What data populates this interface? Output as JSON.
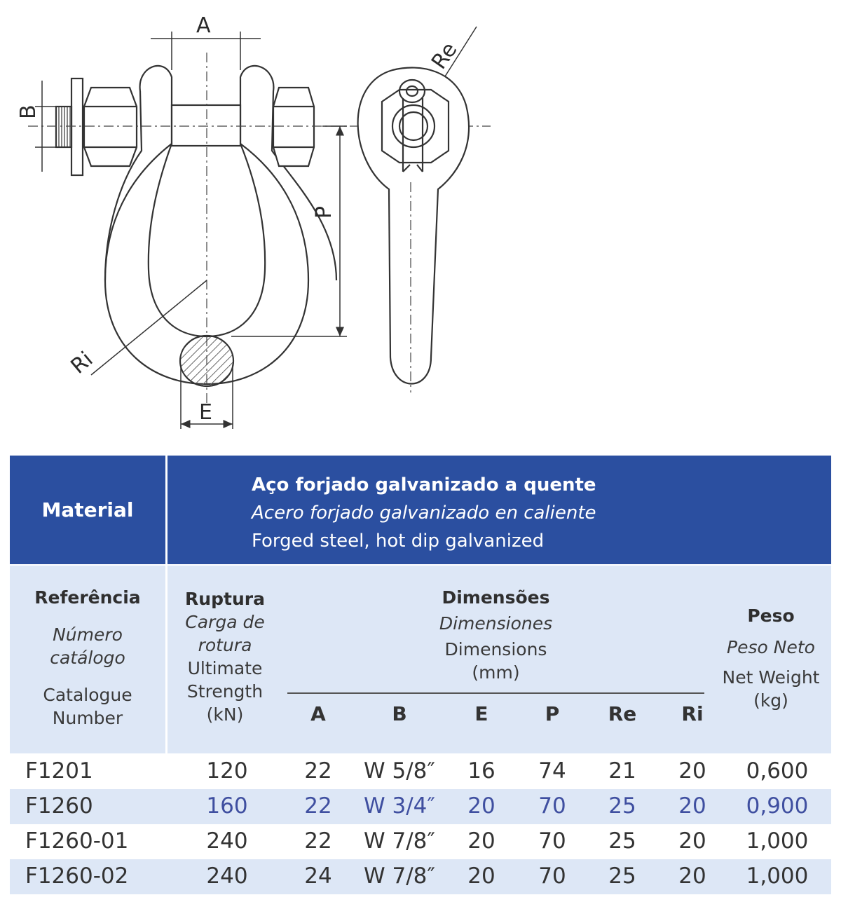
{
  "drawing": {
    "dim_labels": {
      "A": "A",
      "B": "B",
      "E": "E",
      "P": "P",
      "Re": "Re",
      "Ri": "Ri"
    }
  },
  "table": {
    "material_label": "Material",
    "material_pt": "Aço forjado galvanizado a quente",
    "material_es": "Acero forjado galvanizado en caliente",
    "material_en": "Forged steel, hot dip galvanized",
    "ref_head": {
      "pt": "Referência",
      "es_1": "Número",
      "es_2": "catálogo",
      "en_1": "Catalogue",
      "en_2": "Number"
    },
    "rup_head": {
      "pt": "Ruptura",
      "es_1": "Carga de",
      "es_2": "rotura",
      "en_1": "Ultimate",
      "en_2": "Strength",
      "unit": "(kN)"
    },
    "dim_head": {
      "pt": "Dimensões",
      "es": "Dimensiones",
      "en": "Dimensions",
      "unit": "(mm)"
    },
    "peso_head": {
      "pt": "Peso",
      "es": "Peso Neto",
      "en": "Net Weight",
      "unit": "(kg)"
    },
    "dim_columns": [
      "A",
      "B",
      "E",
      "P",
      "Re",
      "Ri"
    ],
    "rows": [
      {
        "ref": "F1201",
        "rup": "120",
        "A": "22",
        "B": "W 5/8″",
        "E": "16",
        "P": "74",
        "Re": "21",
        "Ri": "20",
        "peso": "0,600"
      },
      {
        "ref": "F1260",
        "rup": "160",
        "A": "22",
        "B": "W 3/4″",
        "E": "20",
        "P": "70",
        "Re": "25",
        "Ri": "20",
        "peso": "0,900"
      },
      {
        "ref": "F1260-01",
        "rup": "240",
        "A": "22",
        "B": "W 7/8″",
        "E": "20",
        "P": "70",
        "Re": "25",
        "Ri": "20",
        "peso": "1,000"
      },
      {
        "ref": "F1260-02",
        "rup": "240",
        "A": "24",
        "B": "W 7/8″",
        "E": "20",
        "P": "70",
        "Re": "25",
        "Ri": "20",
        "peso": "1,000"
      }
    ]
  }
}
